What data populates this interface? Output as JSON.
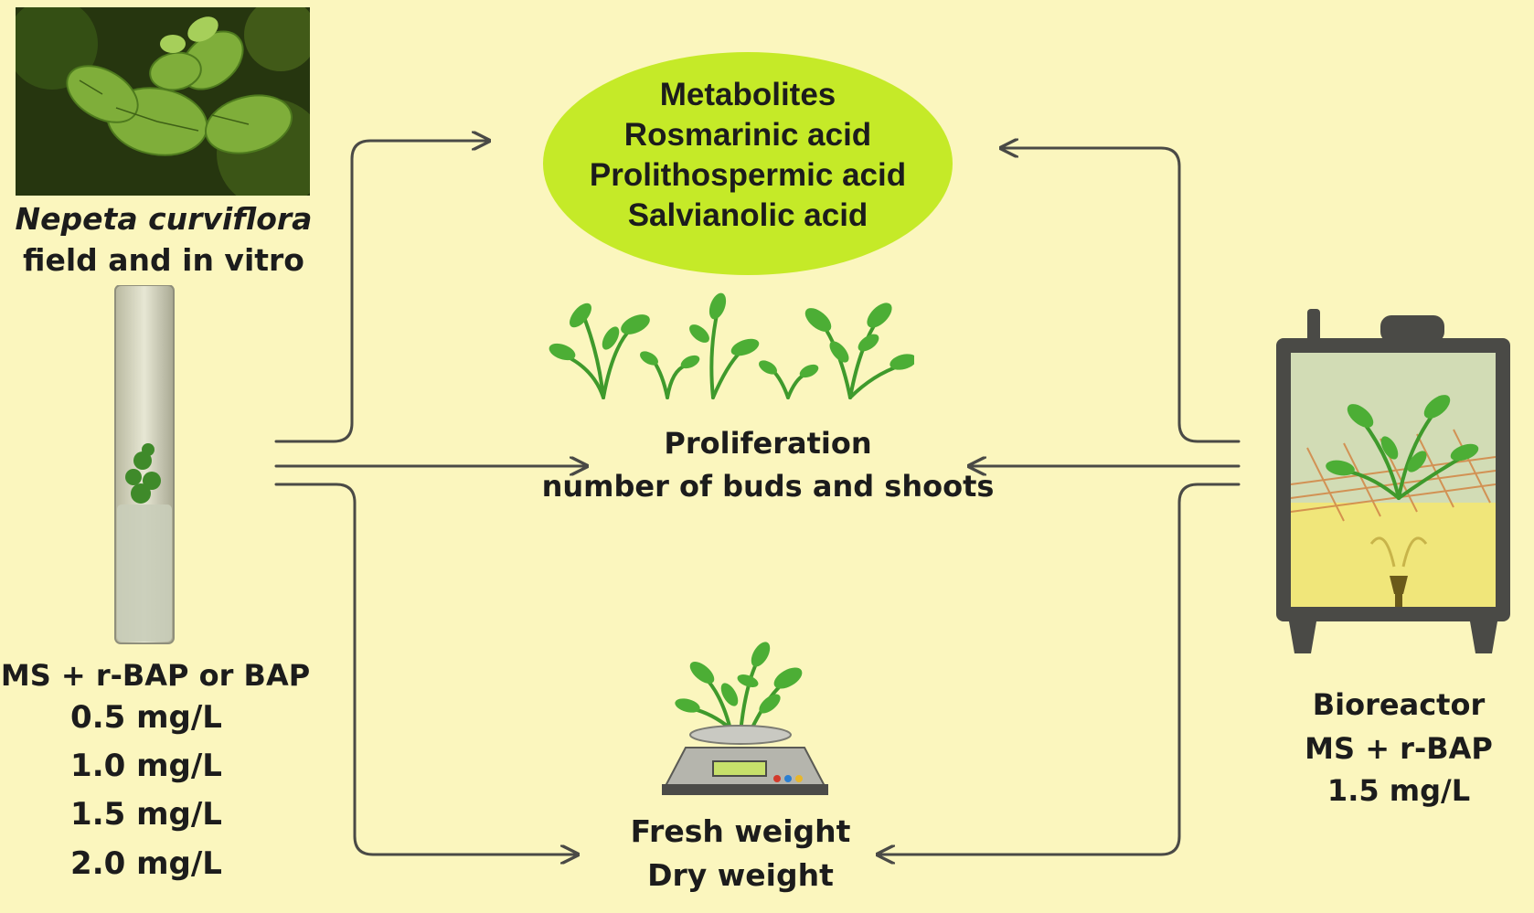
{
  "plant": {
    "species": "Nepeta curviflora",
    "subtitle": "field and in vitro"
  },
  "treatment": {
    "media": "MS + r-BAP or BAP",
    "concentrations": [
      "0.5 mg/L",
      "1.0 mg/L",
      "1.5 mg/L",
      "2.0 mg/L"
    ]
  },
  "metabolites": {
    "title": "Metabolites",
    "items": [
      "Rosmarinic acid",
      "Prolithospermic acid",
      "Salvianolic acid"
    ],
    "fill_color": "#c5ea28"
  },
  "proliferation": {
    "title": "Proliferation",
    "subtitle": "number of buds and shoots"
  },
  "biomass": {
    "line1": "Fresh weight",
    "line2": "Dry weight"
  },
  "bioreactor": {
    "title": "Bioreactor",
    "media": "MS + r-BAP",
    "concentration": "1.5 mg/L"
  },
  "colors": {
    "background": "#fbf6be",
    "arrow": "#4a4a46",
    "leaf": "#3f9a2c"
  }
}
